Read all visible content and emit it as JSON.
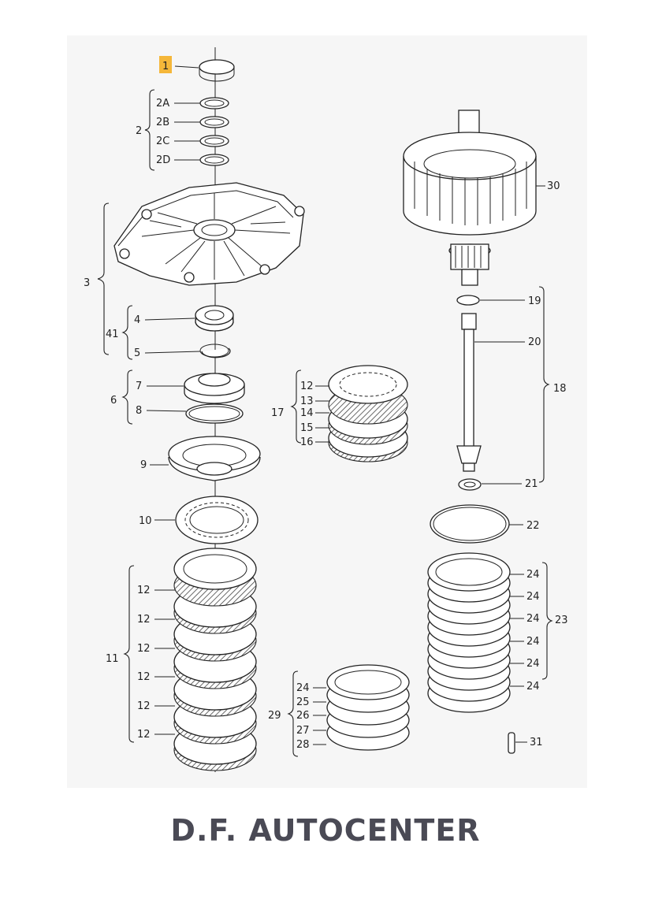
{
  "colors": {
    "highlight": "#f5b73a",
    "brand_text": "#4a4a55",
    "line": "#222222",
    "panel": "#f6f6f6"
  },
  "labels": {
    "l1": "1",
    "l2": "2",
    "l2a": "2A",
    "l2b": "2B",
    "l2c": "2C",
    "l2d": "2D",
    "l3": "3",
    "l4": "4",
    "l5": "5",
    "l41": "41",
    "l6": "6",
    "l7": "7",
    "l8": "8",
    "l9": "9",
    "l10": "10",
    "l11": "11",
    "l12": "12",
    "l13": "13",
    "l14": "14",
    "l15": "15",
    "l16": "16",
    "l17": "17",
    "l18": "18",
    "l19": "19",
    "l20": "20",
    "l21": "21",
    "l22": "22",
    "l23": "23",
    "l24": "24",
    "l25": "25",
    "l26": "26",
    "l27": "27",
    "l28": "28",
    "l29": "29",
    "l30": "30",
    "l31": "31"
  },
  "brand": "D.F. AUTOCENTER"
}
